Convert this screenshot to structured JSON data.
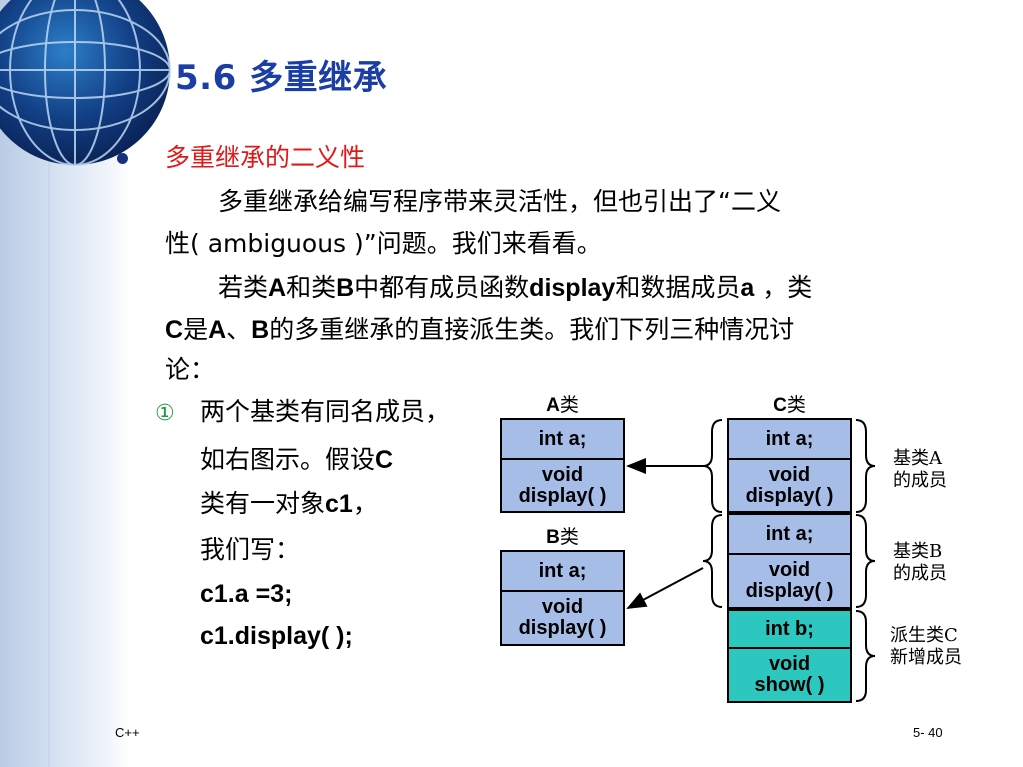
{
  "slide": {
    "title": "5.6 多重继承",
    "bullet_heading": "多重继承的二义性",
    "para1_line1": "多重继承给编写程序带来灵活性，但也引出了“二义",
    "para1_line2": "性( ambiguous )”问题。我们来看看。",
    "para2_line1_a": "若类",
    "para2_line1_b": "A",
    "para2_line1_c": "和类",
    "para2_line1_d": "B",
    "para2_line1_e": "中都有成员函数",
    "para2_line1_f": "display",
    "para2_line1_g": "和数据成员",
    "para2_line1_h": "a",
    "para2_line1_i": " ，类",
    "para2_line2_a": "C",
    "para2_line2_b": "是",
    "para2_line2_c": "A",
    "para2_line2_d": "、",
    "para2_line2_e": "B",
    "para2_line2_f": "的多重继承的直接派生类。我们下列三种情况讨",
    "para2_line3": "论：",
    "case_number": "①",
    "case_line1": "两个基类有同名成员，",
    "case_line2_a": "如右图示。假设",
    "case_line2_b": "C",
    "case_line3_a": "类有一对象",
    "case_line3_b": "c1",
    "case_line3_c": "，",
    "case_line4": "我们写：",
    "code_line1": "c1.a =3;",
    "code_line2": "c1.display( );"
  },
  "diagram": {
    "class_a_title_a": "A",
    "class_a_title_b": "类",
    "class_b_title_a": "B",
    "class_b_title_b": "类",
    "class_c_title_a": "C",
    "class_c_title_b": "类",
    "a_member1": "int a;",
    "a_member2": "void\ndisplay( )",
    "b_member1": "int a;",
    "b_member2": "void\ndisplay( )",
    "c_member1": "int a;",
    "c_member2": "void\ndisplay( )",
    "c_member3": "int a;",
    "c_member4": "void\ndisplay( )",
    "c_member5": "int b;",
    "c_member6": "void\nshow( )",
    "note_a": "基类A\n的成员",
    "note_b": "基类B\n的成员",
    "note_c": "派生类C\n新增成员"
  },
  "footer": {
    "left": "C++",
    "page": "5- 40"
  },
  "colors": {
    "title": "#1a3da6",
    "heading": "#e01818",
    "box_blue": "#a6bde8",
    "box_teal": "#2cc8c0"
  }
}
